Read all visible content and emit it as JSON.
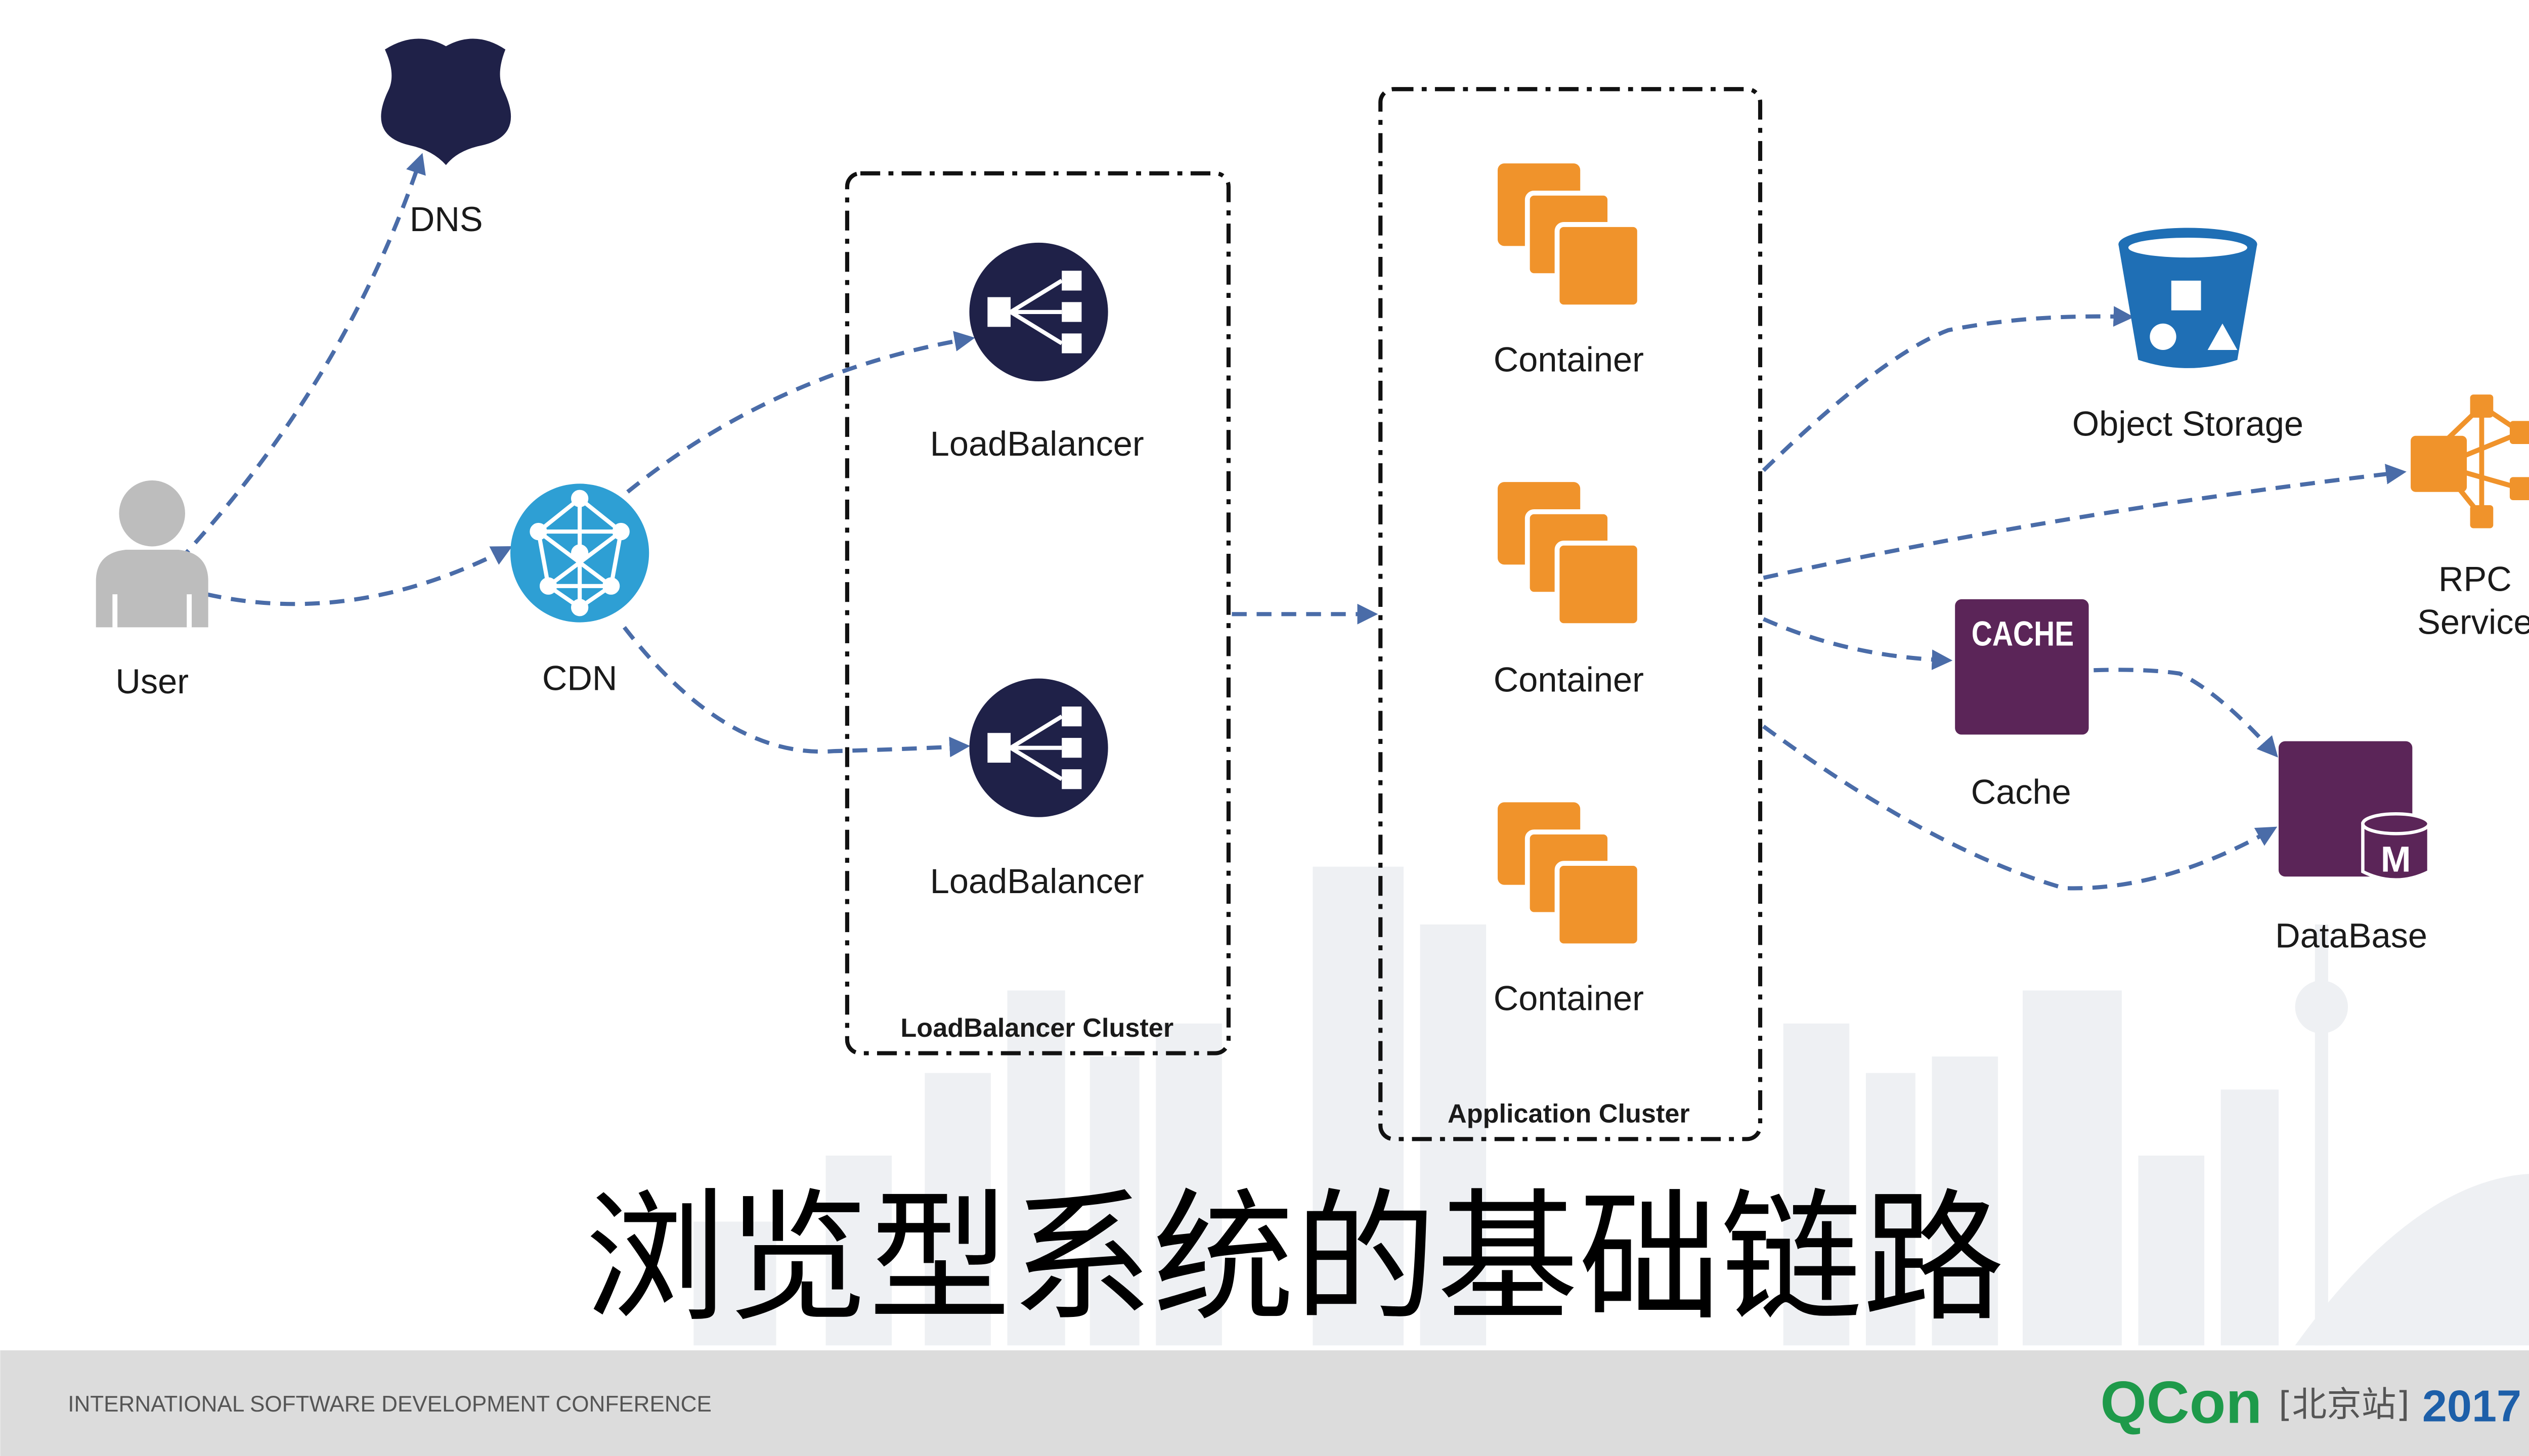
{
  "nodes": {
    "dns": "DNS",
    "user": "User",
    "cdn": "CDN",
    "lb1": "LoadBalancer",
    "lb2": "LoadBalancer",
    "container1": "Container",
    "container2": "Container",
    "container3": "Container",
    "object_storage": "Object Storage",
    "rpc_line1": "RPC",
    "rpc_line2": "Service",
    "cache": "Cache",
    "cache_badge": "CACHE",
    "database": "DataBase",
    "db_badge": "M"
  },
  "groups": {
    "lb_cluster": "LoadBalancer Cluster",
    "app_cluster": "Application Cluster"
  },
  "slide_title": "浏览型系统的基础链路",
  "footer": {
    "conference": "INTERNATIONAL SOFTWARE DEVELOPMENT CONFERENCE",
    "brand": "QCon",
    "location": "[北京站]",
    "year": "2017"
  },
  "colors": {
    "arrow": "#4a6ca8",
    "navy": "#1f2148",
    "orange": "#f0932b",
    "cdn_blue": "#2e9fd4",
    "storage_blue": "#1f6fb5",
    "purple": "#5b2558",
    "user_gray": "#bdbdbd",
    "footer_bg": "#dcdcdc",
    "qcon_green": "#1e9a4a",
    "qcon_blue": "#1d5fa9"
  }
}
